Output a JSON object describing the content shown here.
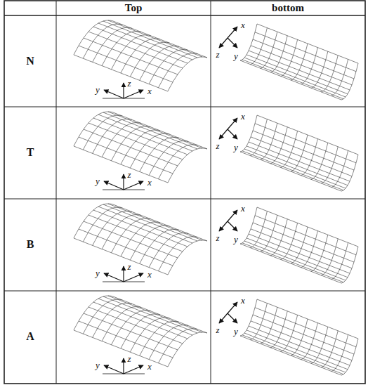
{
  "diagram": {
    "labels": [
      "Top",
      "bottom",
      "N",
      "y",
      "z",
      "x",
      "x",
      "z",
      "y",
      "T",
      "y",
      "z",
      "x",
      "x",
      "z",
      "y",
      "B",
      "y",
      "z",
      "x",
      "x",
      "z",
      "y",
      "A",
      "y",
      "z",
      "x",
      "x",
      "z",
      "y"
    ]
  }
}
